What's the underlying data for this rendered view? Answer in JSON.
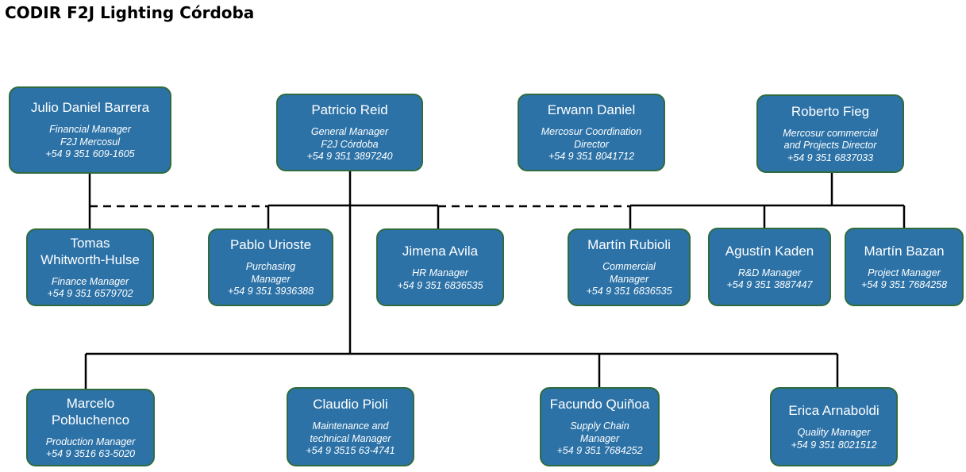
{
  "title": "CODIR F2J Lighting Córdoba",
  "colors": {
    "box_fill": "#2c72a7",
    "box_border": "#2f6b3f",
    "line": "#000000"
  },
  "people": {
    "julio": {
      "name": "Julio Daniel Barrera",
      "role_line1": "Financial Manager",
      "role_line2": "F2J Mercosul",
      "phone": "+54 9 351 609-1605"
    },
    "patricio": {
      "name": "Patricio Reid",
      "role_line1": "General Manager",
      "role_line2": "F2J Córdoba",
      "phone": "+54 9 351 3897240"
    },
    "erwann": {
      "name": "Erwann Daniel",
      "role_line1": "Mercosur Coordination",
      "role_line2": "Director",
      "phone": "+54 9 351 8041712"
    },
    "roberto": {
      "name": "Roberto Fieg",
      "role_line1": "Mercosur commercial",
      "role_line2": "and  Projects Director",
      "phone": "+54 9 351 6837033"
    },
    "tomas": {
      "name_line1": "Tomas",
      "name_line2": "Whitworth-Hulse",
      "role_line1": "Finance Manager",
      "phone": "+54 9 351 6579702"
    },
    "pablo": {
      "name": "Pablo Urioste",
      "role_line1": "Purchasing",
      "role_line2": "Manager",
      "phone": "+54 9 351 3936388"
    },
    "jimena": {
      "name": "Jimena Avila",
      "role_line1": "HR Manager",
      "phone": "+54 9 351 6836535"
    },
    "martin_r": {
      "name": "Martín Rubioli",
      "role_line1": "Commercial",
      "role_line2": "Manager",
      "phone": "+54 9 351 6836535"
    },
    "agustin": {
      "name": "Agustín Kaden",
      "role_line1": "R&D Manager",
      "phone": "+54 9 351 3887447"
    },
    "martin_b": {
      "name": "Martín Bazan",
      "role_line1": "Project Manager",
      "phone": "+54 9 351 7684258"
    },
    "marcelo": {
      "name_line1": "Marcelo",
      "name_line2": "Pobluchenco",
      "role_line1": "Production Manager",
      "phone": "+54 9 3516 63-5020"
    },
    "claudio": {
      "name": "Claudio Pioli",
      "role_line1": "Maintenance and",
      "role_line2": "technical Manager",
      "phone": "+54 9 3515 63-4741"
    },
    "facundo": {
      "name": "Facundo Quiñoa",
      "role_line1": "Supply Chain",
      "role_line2": "Manager",
      "phone": "+54 9 351 7684252"
    },
    "erica": {
      "name": "Erica Arnaboldi",
      "role_line1": "Quality Manager",
      "phone": "+54 9 351 8021512"
    }
  }
}
